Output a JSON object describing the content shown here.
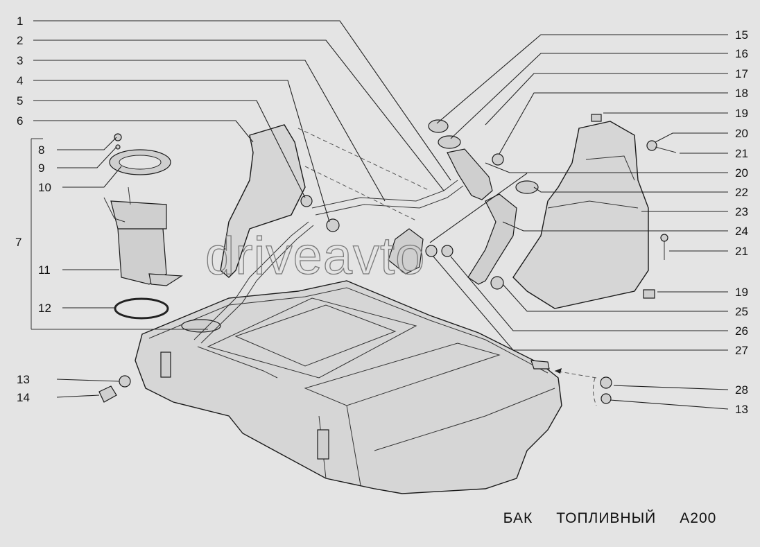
{
  "watermark": "driveavto",
  "caption": {
    "word1": "БАК",
    "word2": "ТОПЛИВНЫЙ",
    "code": "А200"
  },
  "callouts": {
    "n1": "1",
    "n2": "2",
    "n3": "3",
    "n4": "4",
    "n5": "5",
    "n6": "6",
    "n7": "7",
    "n8": "8",
    "n9": "9",
    "n10": "10",
    "n11": "11",
    "n12": "12",
    "n13": "13",
    "n14": "14",
    "n15": "15",
    "n16": "16",
    "n17": "17",
    "n18": "18",
    "n19": "19",
    "n20": "20",
    "n21": "21",
    "n22": "22",
    "n23": "23",
    "n24": "24",
    "n25": "25",
    "n26": "26",
    "n27": "27",
    "n28": "28",
    "n13b": "13",
    "n19b": "19",
    "n20b": "20",
    "n21b": "21"
  }
}
